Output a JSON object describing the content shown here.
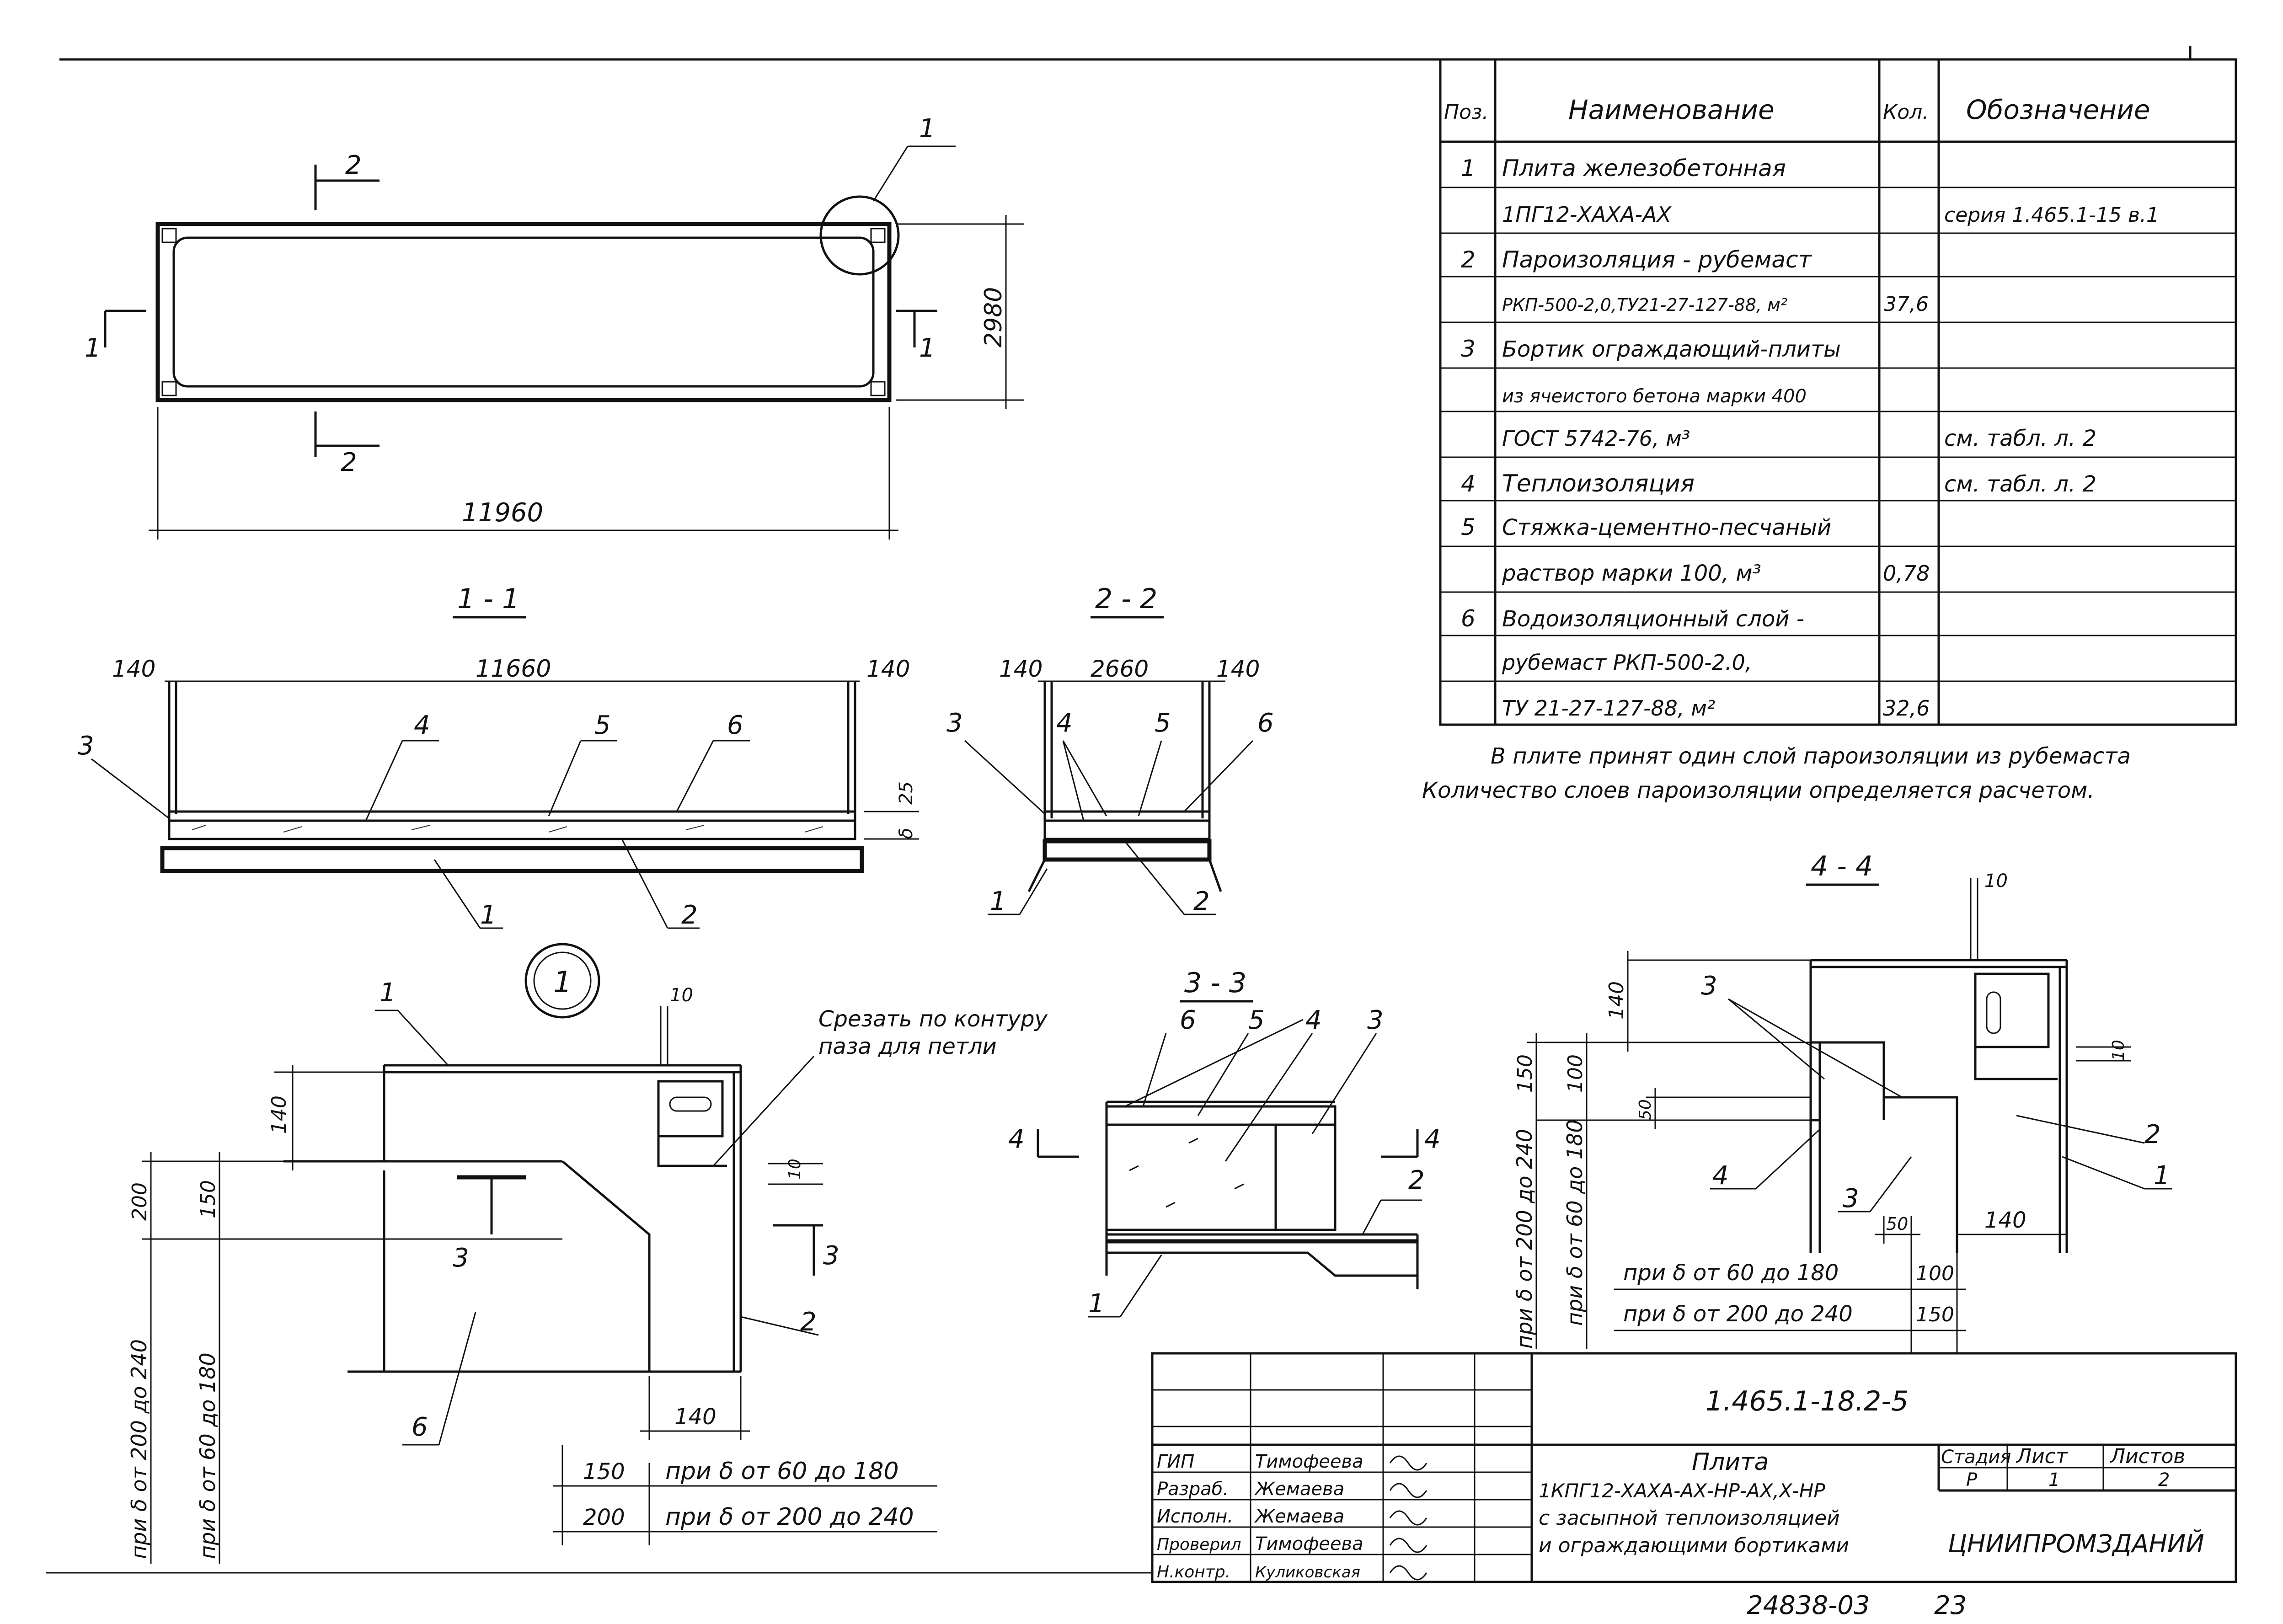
{
  "plan": {
    "callout": "1",
    "section_mark_1": "1",
    "section_mark_2": "2",
    "dim_width": "2980",
    "dim_length": "11960"
  },
  "section_1_1": {
    "title": "1 - 1",
    "dim_left": "140",
    "dim_main": "11660",
    "dim_right": "140",
    "dim_25": "25",
    "dim_delta": "δ",
    "labels": [
      "3",
      "4",
      "5",
      "6",
      "1",
      "2"
    ]
  },
  "section_2_2": {
    "title": "2 - 2",
    "dim_left": "140",
    "dim_main": "2660",
    "dim_right": "140",
    "labels": [
      "3",
      "4",
      "5",
      "6",
      "1",
      "2"
    ]
  },
  "spec_table": {
    "headers": {
      "pos": "Поз.",
      "name": "Наименование",
      "qty": "Кол.",
      "designation": "Обозначение"
    },
    "rows": [
      {
        "pos": "1",
        "name": "Плита железобетонная",
        "qty": "",
        "designation": ""
      },
      {
        "pos": "",
        "name": "1ПГ12-ХАХА-АХ",
        "qty": "",
        "designation": "серия 1.465.1-15 в.1"
      },
      {
        "pos": "2",
        "name": "Пароизоляция - рубемаст",
        "qty": "",
        "designation": ""
      },
      {
        "pos": "",
        "name": "РКП-500-2,0,ТУ21-27-127-88, м²",
        "qty": "37,6",
        "designation": ""
      },
      {
        "pos": "3",
        "name": "Бортик ограждающий-плиты",
        "qty": "",
        "designation": ""
      },
      {
        "pos": "",
        "name": "из ячеистого бетона марки 400",
        "qty": "",
        "designation": ""
      },
      {
        "pos": "",
        "name": "ГОСТ 5742-76,            м³",
        "qty": "",
        "designation": "см. табл. л. 2"
      },
      {
        "pos": "4",
        "name": "Теплоизоляция",
        "qty": "",
        "designation": "см. табл. л. 2"
      },
      {
        "pos": "5",
        "name": "Стяжка-цементно-песчаный",
        "qty": "",
        "designation": ""
      },
      {
        "pos": "",
        "name": "раствор марки 100,     м³",
        "qty": "0,78",
        "designation": ""
      },
      {
        "pos": "6",
        "name": "Водоизоляционный слой -",
        "qty": "",
        "designation": ""
      },
      {
        "pos": "",
        "name": "рубемаст РКП-500-2.0,",
        "qty": "",
        "designation": ""
      },
      {
        "pos": "",
        "name": "ТУ 21-27-127-88,        м²",
        "qty": "32,6",
        "designation": ""
      }
    ]
  },
  "notes": {
    "line1": "В плите принят один слой пароизоляции из рубемаста",
    "line2": "Количество слоев пароизоляции определяется расчетом."
  },
  "detail_1": {
    "callout": "1",
    "leader_1": "1",
    "dim_10": "10",
    "cut_note_1": "Срезать по контуру",
    "cut_note_2": "паза для петли",
    "dim_140": "140",
    "dim_200": "200",
    "dim_150": "150",
    "dim_left_1": "при δ от 200 до 240",
    "dim_left_2": "при δ от 60 до 180",
    "section_mark": "3",
    "label_2": "2",
    "label_6": "6",
    "dim_140b": "140",
    "table_150": "150",
    "table_150_text": "при δ от 60 до 180",
    "table_200": "200",
    "table_200_text": "при δ от 200 до 240"
  },
  "section_3_3": {
    "title": "3 - 3",
    "labels": [
      "6",
      "5",
      "4",
      "3",
      "2",
      "1"
    ],
    "mark_left": "4",
    "mark_right": "4"
  },
  "section_4_4": {
    "title": "4 - 4",
    "dim_10_top": "10",
    "dim_140": "140",
    "dim_150": "150",
    "dim_100": "100",
    "dim_50": "50",
    "dim_10_right": "10",
    "dim_left_1": "при δ от 200 до 240",
    "dim_left_2": "при δ от 60 до 180",
    "label_3a": "3",
    "label_4": "4",
    "label_3b": "3",
    "label_2": "2",
    "label_1": "1",
    "dim_50b": "50",
    "dim_140b": "140",
    "row1_text": "при δ от 60 до 180",
    "row1_val": "100",
    "row2_text": "при δ от 200 до 240",
    "row2_val": "150"
  },
  "title_block": {
    "code": "1.465.1-18.2-5",
    "roles": [
      "ГИП",
      "Разраб.",
      "Исполн.",
      "Проверил",
      "Н.контр."
    ],
    "names": [
      "Тимофеева",
      "Жемаева",
      "Жемаева",
      "Тимофеева",
      "Куликовская"
    ],
    "title_1": "Плита",
    "title_2": "1КПГ12-ХАХА-АХ-НР-АХ,Х-НР",
    "title_3": "с засыпной теплоизоляцией",
    "title_4": "и ограждающими бортиками",
    "stage_label": "Стадия",
    "sheet_label": "Лист",
    "sheets_label": "Листов",
    "stage": "Р",
    "sheet": "1",
    "sheets": "2",
    "org": "ЦНИИПРОМЗДАНИЙ"
  },
  "footer": {
    "archive_no": "24838-03",
    "page": "23"
  }
}
